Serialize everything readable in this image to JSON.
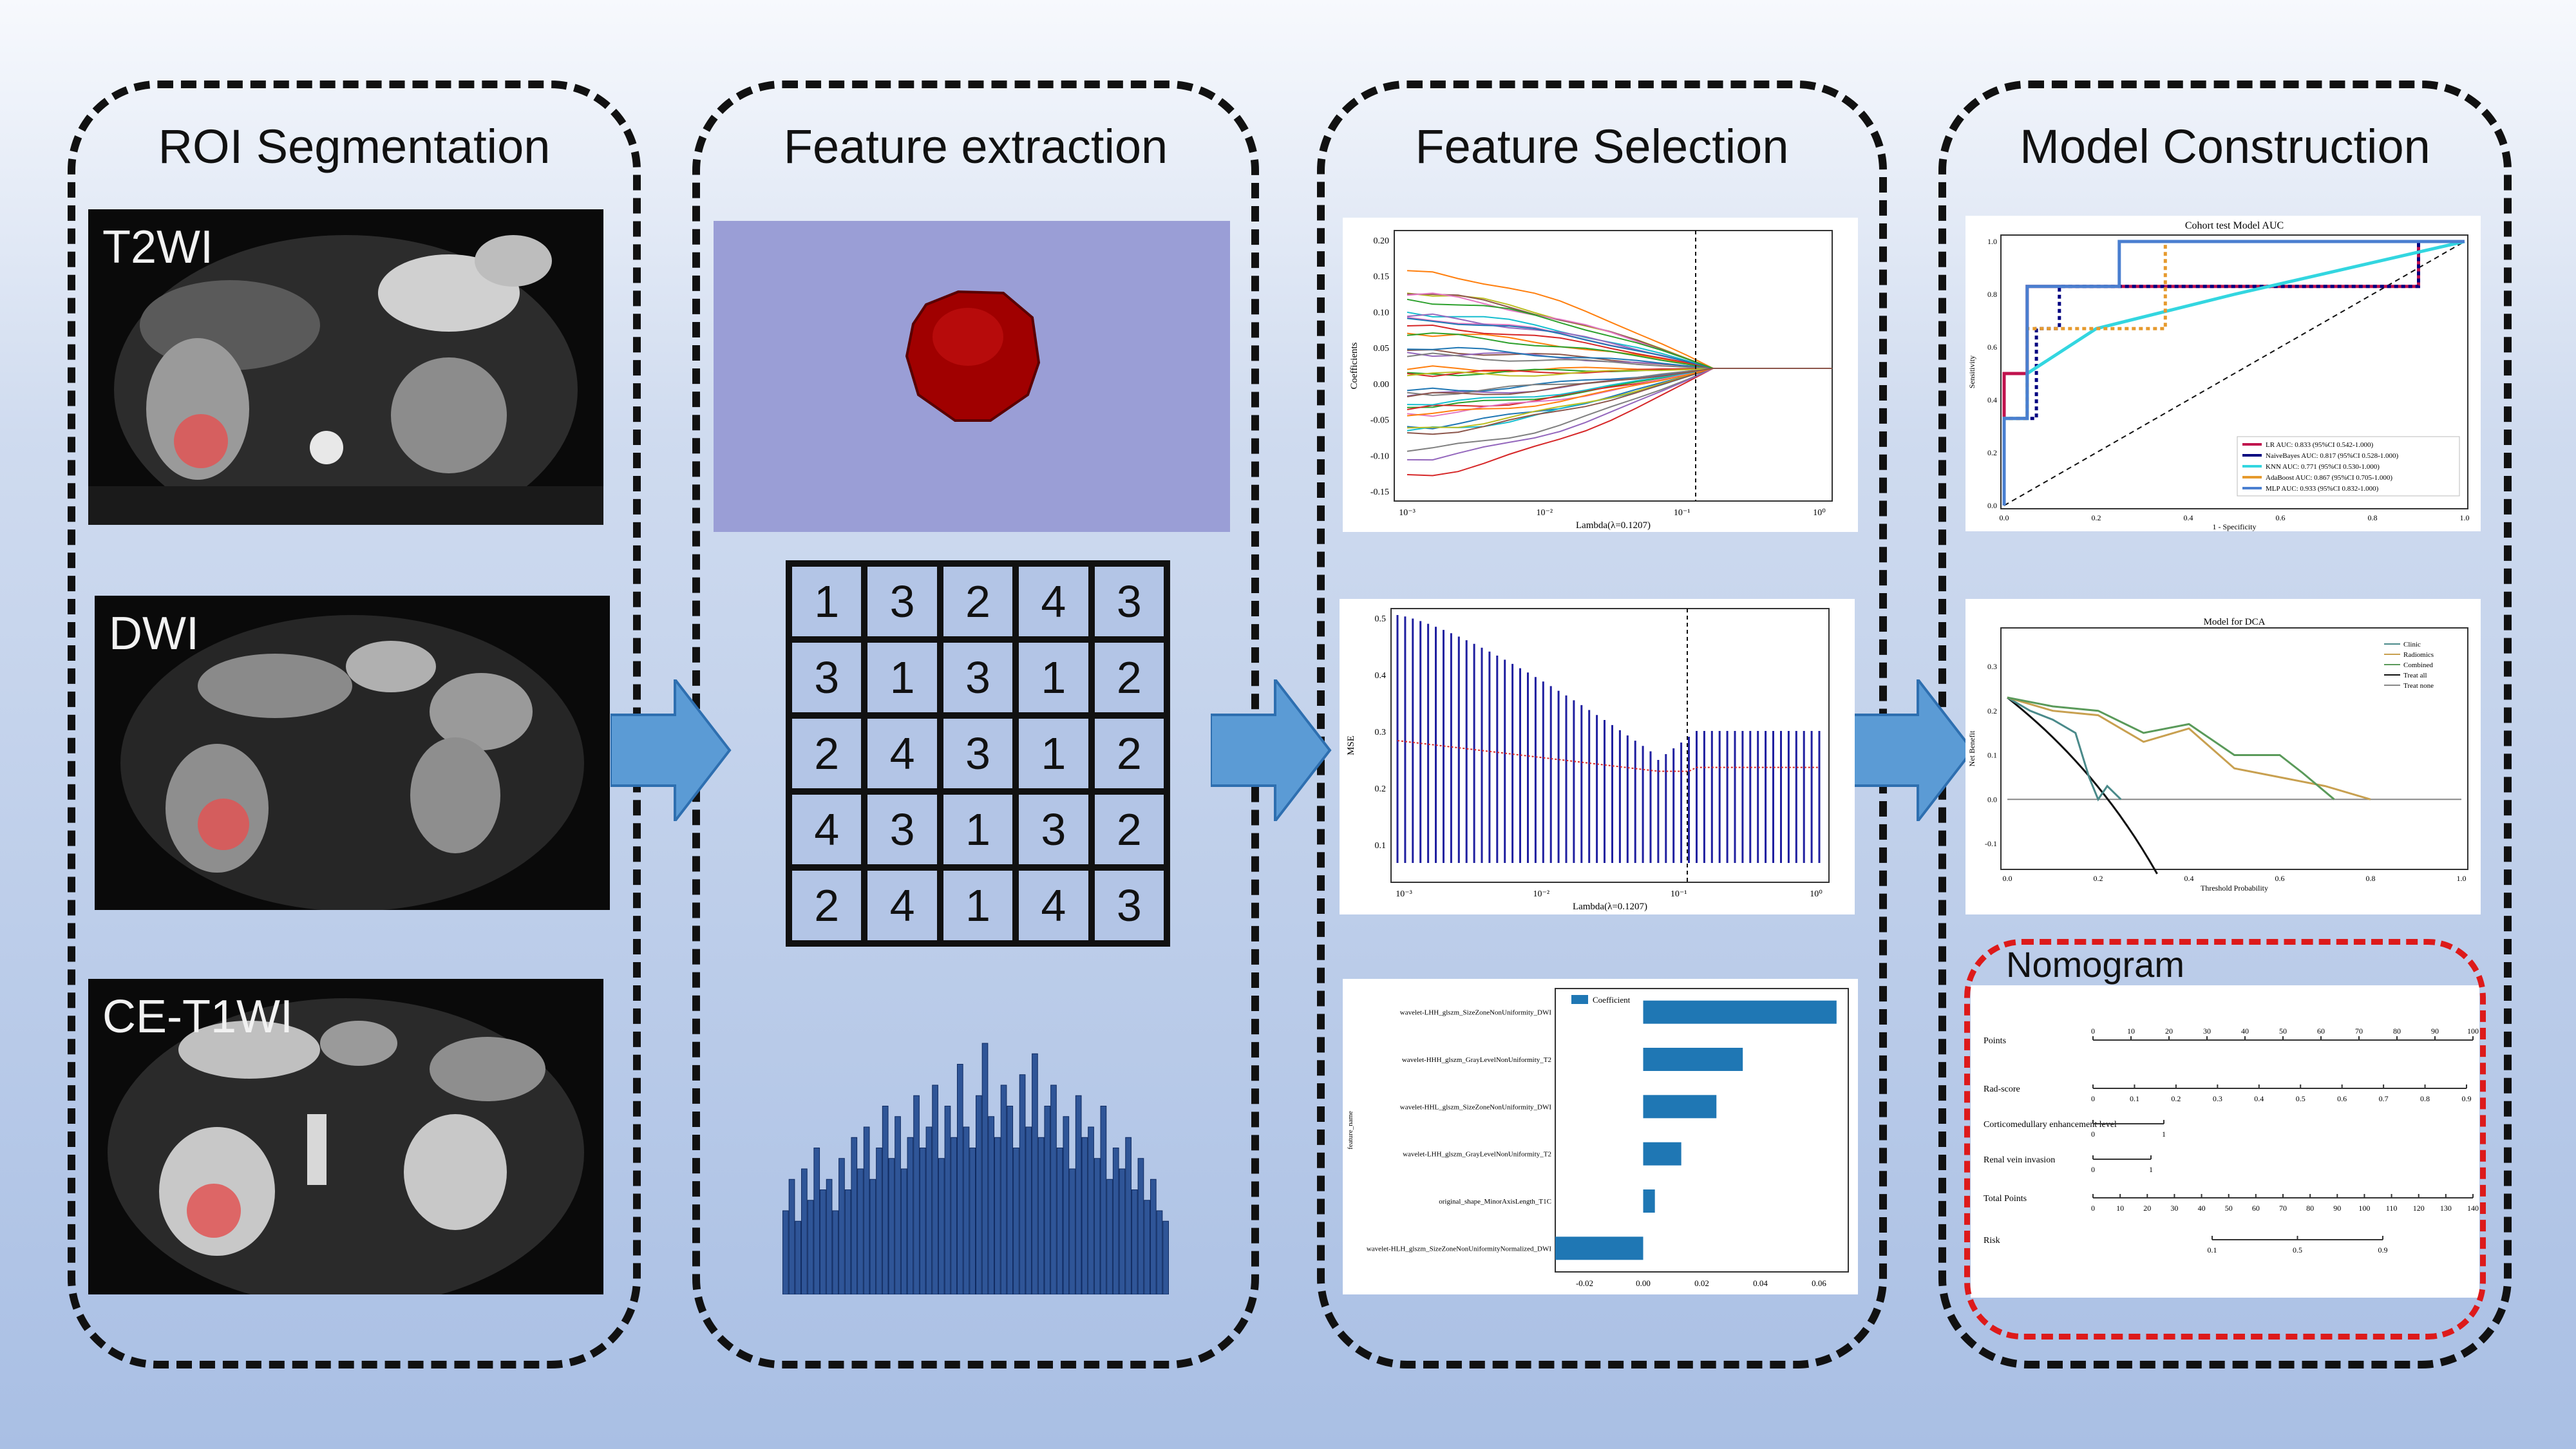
{
  "stages": [
    {
      "title": "ROI Segmentation"
    },
    {
      "title": "Feature extraction"
    },
    {
      "title": "Feature Selection"
    },
    {
      "title": "Model Construction"
    }
  ],
  "mri_sequences": [
    "T2WI",
    "DWI",
    "CE-T1WI"
  ],
  "feature_matrix": [
    [
      "1",
      "3",
      "2",
      "4",
      "3"
    ],
    [
      "3",
      "1",
      "3",
      "1",
      "2"
    ],
    [
      "2",
      "4",
      "3",
      "1",
      "2"
    ],
    [
      "4",
      "3",
      "1",
      "3",
      "2"
    ],
    [
      "2",
      "4",
      "1",
      "4",
      "3"
    ]
  ],
  "histogram": {
    "values": [
      40,
      55,
      35,
      60,
      45,
      70,
      50,
      55,
      40,
      65,
      50,
      75,
      60,
      80,
      55,
      70,
      90,
      65,
      85,
      60,
      75,
      95,
      70,
      80,
      100,
      65,
      90,
      75,
      110,
      80,
      70,
      95,
      120,
      85,
      75,
      100,
      90,
      70,
      105,
      80,
      115,
      75,
      90,
      100,
      70,
      85,
      60,
      95,
      75,
      80,
      65,
      90,
      55,
      70,
      60,
      75,
      50,
      65,
      45,
      55,
      40,
      35
    ]
  },
  "colors": {
    "arrow": "#5b9bd5",
    "roi": "#e05555",
    "render_bg": "#9a9ed6",
    "tumor": "#a00000",
    "hist_bar": "#2f5597",
    "coef_bar": "#1f77b4"
  },
  "lasso_path": {
    "ylabel": "Coefficients",
    "xlabel": "Lambda(λ=0.1207)",
    "yticks": [
      "0.20",
      "0.15",
      "0.10",
      "0.05",
      "0.00",
      "-0.05",
      "-0.10",
      "-0.15"
    ],
    "xticks": [
      "10⁻³",
      "10⁻²",
      "10⁻¹",
      "10⁰"
    ]
  },
  "lasso_cv": {
    "ylabel": "MSE",
    "xlabel": "Lambda(λ=0.1207)",
    "yticks": [
      "0.5",
      "0.4",
      "0.3",
      "0.2",
      "0.1"
    ],
    "xticks": [
      "10⁻³",
      "10⁻²",
      "10⁻¹",
      "10⁰"
    ]
  },
  "coef_chart": {
    "legend": "Coefficient",
    "ylabel": "feature_name",
    "features": [
      {
        "name": "wavelet-LHH_glszm_SizeZoneNonUniformity_DWI",
        "value": 0.066
      },
      {
        "name": "wavelet-HHH_glszm_GrayLevelNonUniformity_T2",
        "value": 0.034
      },
      {
        "name": "wavelet-HHL_glszm_SizeZoneNonUniformity_DWI",
        "value": 0.025
      },
      {
        "name": "wavelet-LHH_glszm_GrayLevelNonUniformity_T2",
        "value": 0.013
      },
      {
        "name": "original_shape_MinorAxisLength_T1C",
        "value": 0.004
      },
      {
        "name": "wavelet-HLH_glszm_SizeZoneNonUniformityNormalized_DWI",
        "value": -0.03
      }
    ],
    "xticks": [
      "-0.02",
      "0.00",
      "0.02",
      "0.04",
      "0.06"
    ]
  },
  "roc_chart": {
    "title": "Cohort test Model AUC",
    "ylabel": "Sensitivity",
    "xlabel": "1 - Specificity",
    "ticks": [
      "0.0",
      "0.2",
      "0.4",
      "0.6",
      "0.8",
      "1.0"
    ],
    "legend": [
      {
        "label": "LR AUC: 0.833 (95%CI 0.542-1.000)",
        "color": "#c0134e"
      },
      {
        "label": "NaiveBayes AUC: 0.817 (95%CI 0.528-1.000)",
        "color": "#000080"
      },
      {
        "label": "KNN AUC: 0.771 (95%CI 0.530-1.000)",
        "color": "#33d6e0"
      },
      {
        "label": "AdaBoost AUC: 0.867 (95%CI 0.705-1.000)",
        "color": "#e69a2e"
      },
      {
        "label": "MLP AUC: 0.933 (95%CI 0.832-1.000)",
        "color": "#4a7fd0"
      }
    ]
  },
  "dca_chart": {
    "title": "Model for DCA",
    "ylabel": "Net Benefit",
    "xlabel": "Threshold Probability",
    "yticks": [
      "0.3",
      "0.2",
      "0.1",
      "0.0",
      "-0.1"
    ],
    "xticks": [
      "0.0",
      "0.2",
      "0.4",
      "0.6",
      "0.8",
      "1.0"
    ],
    "legend": [
      {
        "label": "Clinic",
        "color": "#4a8a8a"
      },
      {
        "label": "Radiomics",
        "color": "#c8a050"
      },
      {
        "label": "Combined",
        "color": "#5a9a5a"
      },
      {
        "label": "Treat all",
        "color": "#111111"
      },
      {
        "label": "Treat none",
        "color": "#888888"
      }
    ]
  },
  "nomogram": {
    "title": "Nomogram",
    "rows": [
      {
        "label": "Points",
        "ticks": [
          "0",
          "10",
          "20",
          "30",
          "40",
          "50",
          "60",
          "70",
          "80",
          "90",
          "100"
        ]
      },
      {
        "label": "Rad-score",
        "ticks": [
          "0",
          "0.1",
          "0.2",
          "0.3",
          "0.4",
          "0.5",
          "0.6",
          "0.7",
          "0.8",
          "0.9"
        ]
      },
      {
        "label": "Corticomedullary enhancement level",
        "ticks": [
          "1",
          "0"
        ]
      },
      {
        "label": "Renal vein invasion",
        "ticks": [
          "0",
          "1"
        ]
      },
      {
        "label": "Total Points",
        "ticks": [
          "0",
          "10",
          "20",
          "30",
          "40",
          "50",
          "60",
          "70",
          "80",
          "90",
          "100",
          "110",
          "120",
          "130",
          "140"
        ]
      },
      {
        "label": "Risk",
        "ticks": [
          "0.1",
          "0.5",
          "0.9"
        ]
      }
    ]
  }
}
